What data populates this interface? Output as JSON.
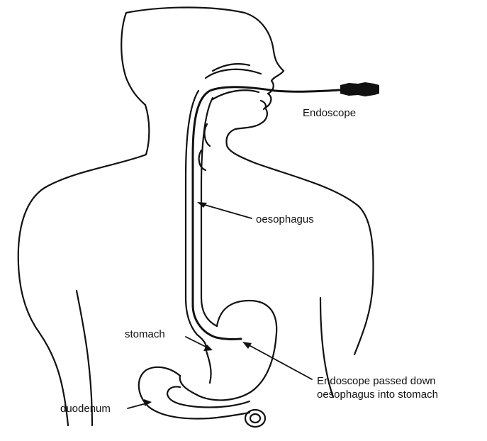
{
  "labels": {
    "endoscope": "Endoscope",
    "oesophagus": "oesophagus",
    "stomach": "stomach",
    "duodenum": "duodenum",
    "endoscope_passed_line1": "Endoscope passed down",
    "endoscope_passed_line2": "oesophagus into stomach"
  },
  "colors": {
    "line": "#111111",
    "background": "#ffffff"
  }
}
